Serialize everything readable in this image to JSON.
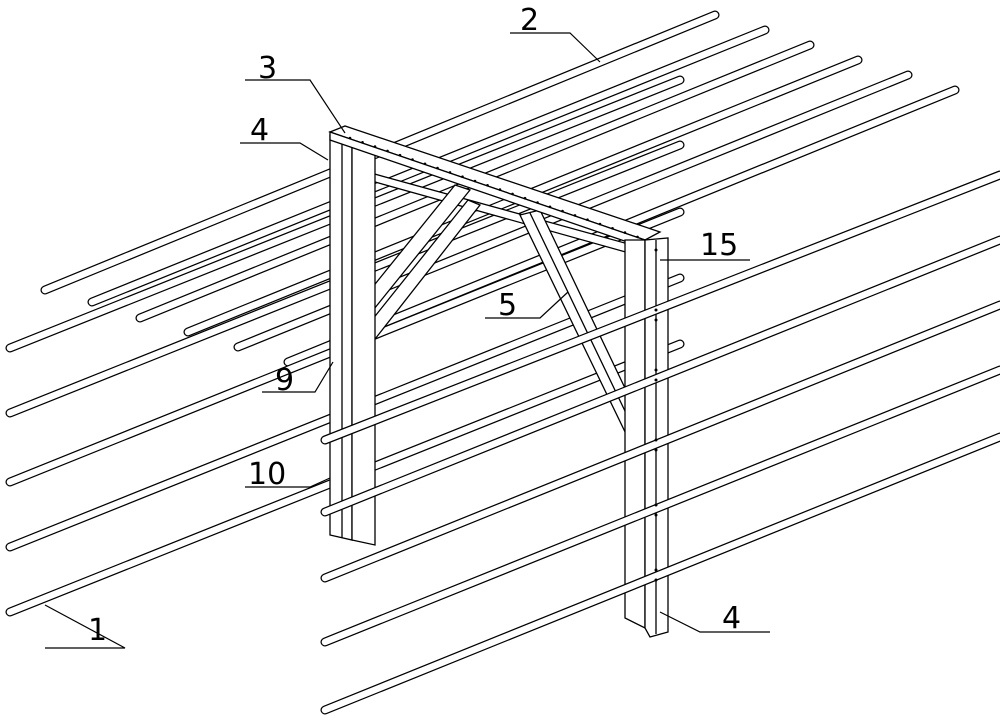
{
  "labels": {
    "l1": "1",
    "l2": "2",
    "l3": "3",
    "l4_top": "4",
    "l4_bottom": "4",
    "l5": "5",
    "l9": "9",
    "l10": "10",
    "l15": "15"
  },
  "colors": {
    "line": "#000000",
    "background": "#ffffff"
  }
}
